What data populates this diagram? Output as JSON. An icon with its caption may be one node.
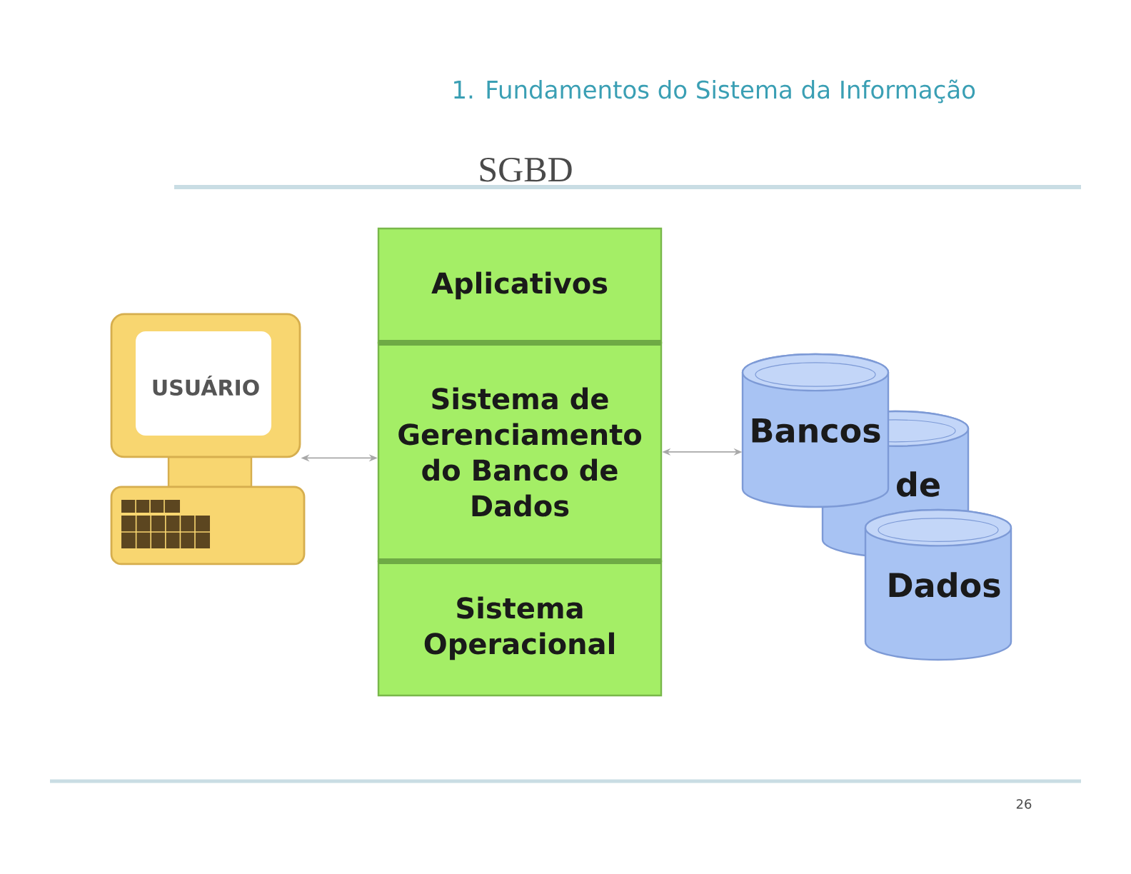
{
  "diagram": {
    "title": "SGBD",
    "nodes": [
      {
        "text": [
          "USUÁRIO"
        ]
      },
      {
        "text": [
          "Aplicativos"
        ]
      },
      {
        "text": [
          "Sistema de Gerenciamento do Banco de Dados"
        ]
      },
      {
        "text": [
          "Sistema Operacional"
        ]
      },
      {
        "text": [
          "Bancos"
        ]
      },
      {
        "text": [
          "de"
        ]
      },
      {
        "text": [
          "Dados"
        ]
      }
    ],
    "edges": [
      {
        "from": 0,
        "to": 2,
        "arrow": "both"
      },
      {
        "from": 2,
        "to": 4,
        "arrow": "both"
      }
    ],
    "labels": [
      "1. Fundamentos do Sistema da Informação",
      "26"
    ]
  }
}
